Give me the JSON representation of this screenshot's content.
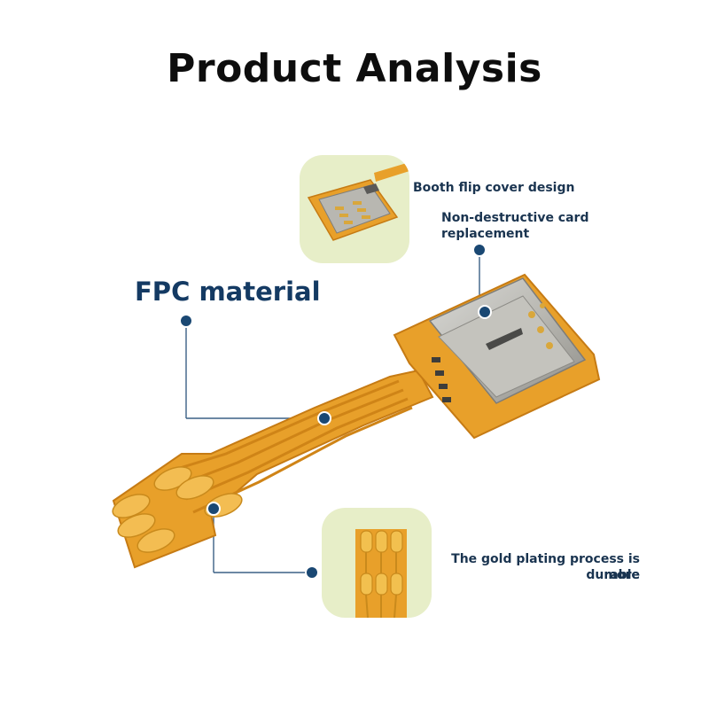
{
  "title": "Product Analysis",
  "labels": {
    "booth": "Booth flip cover design",
    "non_destructive": "Non-destructive card replacement",
    "fpc": "FPC material",
    "gold_line1": "The gold plating process is more",
    "gold_line2": "durable"
  },
  "colors": {
    "accent_dark_blue": "#1a4873",
    "fpc_orange": "#e8a02a",
    "inset_bg": "#e7eec8",
    "gold_pad": "#e2a62e"
  }
}
